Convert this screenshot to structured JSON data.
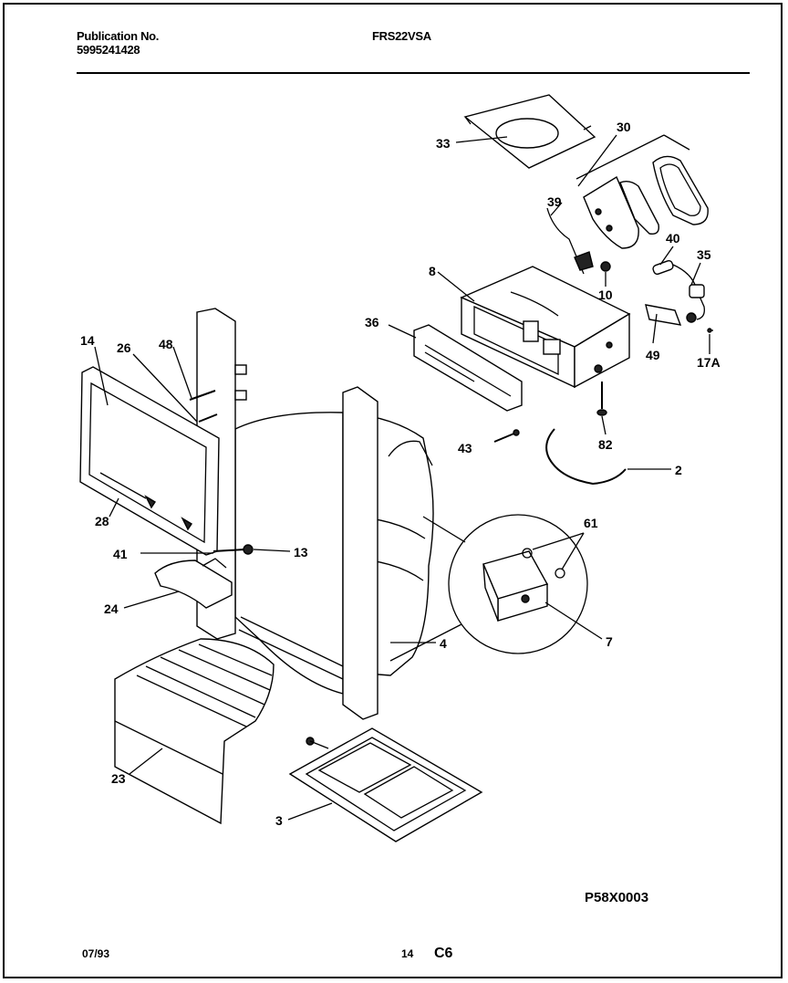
{
  "header": {
    "publication_label": "Publication No.",
    "publication_number": "5995241428",
    "model": "FRS22VSA"
  },
  "figure_code": "P58X0003",
  "footer": {
    "date": "07/93",
    "page_number": "14",
    "section": "C6"
  },
  "callouts": {
    "c2": "2",
    "c3": "3",
    "c4": "4",
    "c7": "7",
    "c8": "8",
    "c10": "10",
    "c13": "13",
    "c14": "14",
    "c17a": "17A",
    "c23": "23",
    "c24": "24",
    "c26": "26",
    "c28": "28",
    "c30": "30",
    "c33": "33",
    "c35": "35",
    "c36": "36",
    "c39": "39",
    "c40": "40",
    "c41": "41",
    "c43": "43",
    "c48": "48",
    "c49": "49",
    "c61": "61",
    "c82": "82"
  }
}
